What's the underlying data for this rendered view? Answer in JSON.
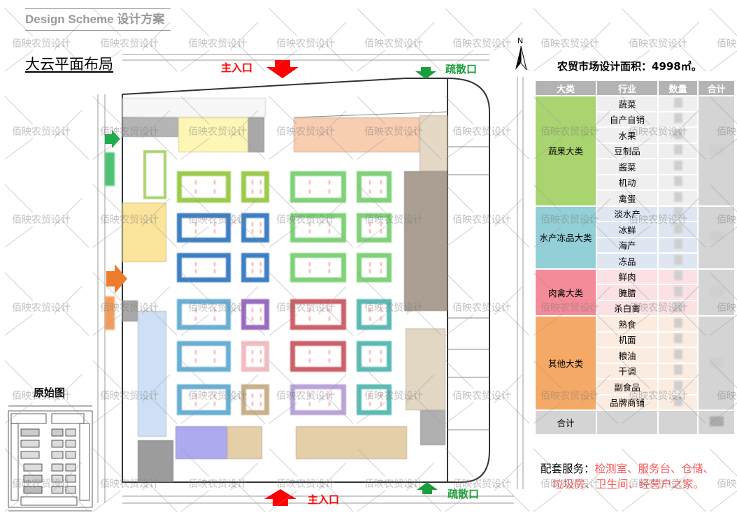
{
  "header": {
    "brand": "Design Scheme 设计方案",
    "plan_title": "大云平面布局",
    "original_label": "原始图",
    "compass": "N"
  },
  "plan": {
    "main_entrance_top": "主入口",
    "evac_top": "疏散口",
    "main_entrance_bottom": "主入口",
    "evac_bottom": "疏散口"
  },
  "summary": {
    "area_title": "农贸市场设计面积：4998㎡。",
    "headers": [
      "大类",
      "行业",
      "数量",
      "合计"
    ],
    "groups": [
      {
        "name": "蔬果大类",
        "color": "#a9d46f",
        "row_color": "#efefef",
        "items": [
          "蔬菜",
          "自产自销",
          "水果",
          "豆制品",
          "酱菜",
          "机动",
          "禽蛋"
        ]
      },
      {
        "name": "水产冻品大类",
        "color": "#92cfd6",
        "row_color": "#dde6f1",
        "items": [
          "淡水产",
          "冰鲜",
          "海产",
          "冻品"
        ]
      },
      {
        "name": "肉禽大类",
        "color": "#f48b99",
        "row_color": "#fbe1e3",
        "items": [
          "鲜肉",
          "腌腊",
          "杀白禽"
        ]
      },
      {
        "name": "其他大类",
        "color": "#f5a967",
        "row_color": "#fcece0",
        "items": [
          "熟食",
          "机面",
          "粮油",
          "干调",
          "副食品",
          "品牌商铺"
        ]
      }
    ],
    "total_label": "合计"
  },
  "services": {
    "label": "配套服务：",
    "line1": "检测室、服务台、仓储、",
    "line2": "垃圾房、卫生间、经营户之家。"
  },
  "watermark": "佰映农贸设计",
  "colors": {
    "red": "#ff0000",
    "green": "#1a9f3c"
  }
}
